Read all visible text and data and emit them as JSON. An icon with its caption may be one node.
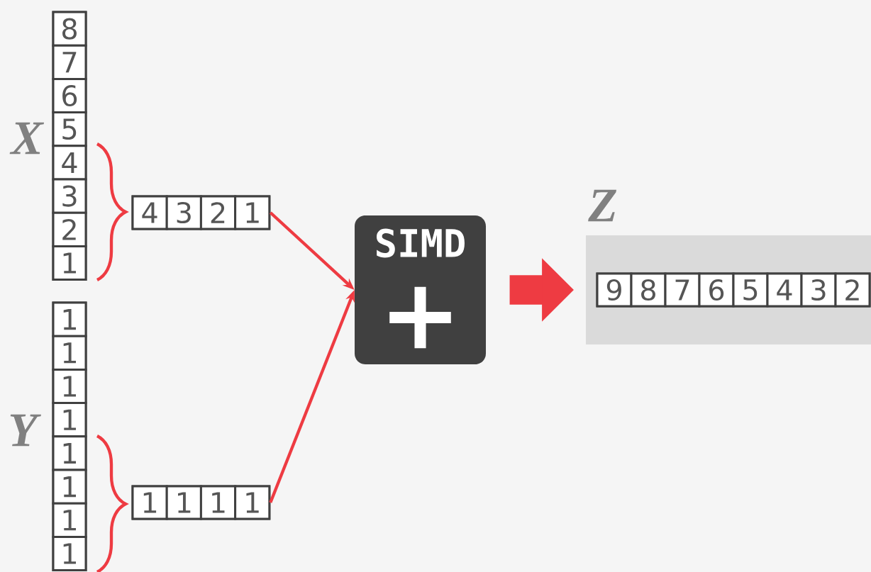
{
  "diagram": {
    "nodes": [
      {
        "text": [],
        "shape": "box",
        "beside": [
          "X"
        ]
      },
      {
        "text": [
          "8"
        ],
        "in": 0
      },
      {
        "text": [
          "7"
        ],
        "in": 0
      },
      {
        "text": [
          "6"
        ],
        "in": 0
      },
      {
        "text": [
          "5"
        ],
        "in": 0
      },
      {
        "text": [
          "4"
        ],
        "in": 0
      },
      {
        "text": [
          "3"
        ],
        "in": 0
      },
      {
        "text": [
          "2"
        ],
        "in": 0
      },
      {
        "text": [
          "1"
        ],
        "in": 0
      },
      {
        "text": [],
        "shape": "box",
        "beside": [
          "Y"
        ]
      },
      {
        "text": [
          "1"
        ],
        "in": 9
      },
      {
        "text": [
          "1"
        ],
        "in": 9
      },
      {
        "text": [
          "1"
        ],
        "in": 9
      },
      {
        "text": [
          "1"
        ],
        "in": 9
      },
      {
        "text": [
          "1"
        ],
        "in": 9
      },
      {
        "text": [
          "1"
        ],
        "in": 9
      },
      {
        "text": [
          "1"
        ],
        "in": 9
      },
      {
        "text": [
          "1"
        ],
        "in": 9
      },
      {
        "text": [],
        "shape": "box"
      },
      {
        "text": [
          "4"
        ],
        "in": 18
      },
      {
        "text": [
          "3"
        ],
        "in": 18
      },
      {
        "text": [
          "2"
        ],
        "in": 18
      },
      {
        "text": [
          "1"
        ],
        "in": 18
      },
      {
        "text": [],
        "shape": "box"
      },
      {
        "text": [
          "1"
        ],
        "in": 23
      },
      {
        "text": [
          "1"
        ],
        "in": 23
      },
      {
        "text": [
          "1"
        ],
        "in": 23
      },
      {
        "text": [
          "1"
        ],
        "in": 23
      },
      {
        "text": [
          "SIMD",
          "+"
        ]
      },
      {
        "text": [],
        "shape": "box",
        "beside": [
          "Z"
        ]
      },
      {
        "text": [],
        "shape": "box",
        "in": 29
      },
      {
        "text": [
          "9"
        ],
        "in": 30
      },
      {
        "text": [
          "8"
        ],
        "in": 30
      },
      {
        "text": [
          "7"
        ],
        "in": 30
      },
      {
        "text": [
          "6"
        ],
        "in": 30
      },
      {
        "text": [
          "5"
        ],
        "in": 30
      },
      {
        "text": [
          "4"
        ],
        "in": 30
      },
      {
        "text": [
          "3"
        ],
        "in": 30
      },
      {
        "text": [
          "2"
        ],
        "in": 30
      }
    ],
    "edges": [
      {
        "from": 18,
        "to": 28,
        "arrow": "to"
      },
      {
        "from": 23,
        "to": 28,
        "arrow": "to"
      },
      {
        "from": 28,
        "to": 29,
        "arrow": "to",
        "style": "thick"
      }
    ]
  }
}
